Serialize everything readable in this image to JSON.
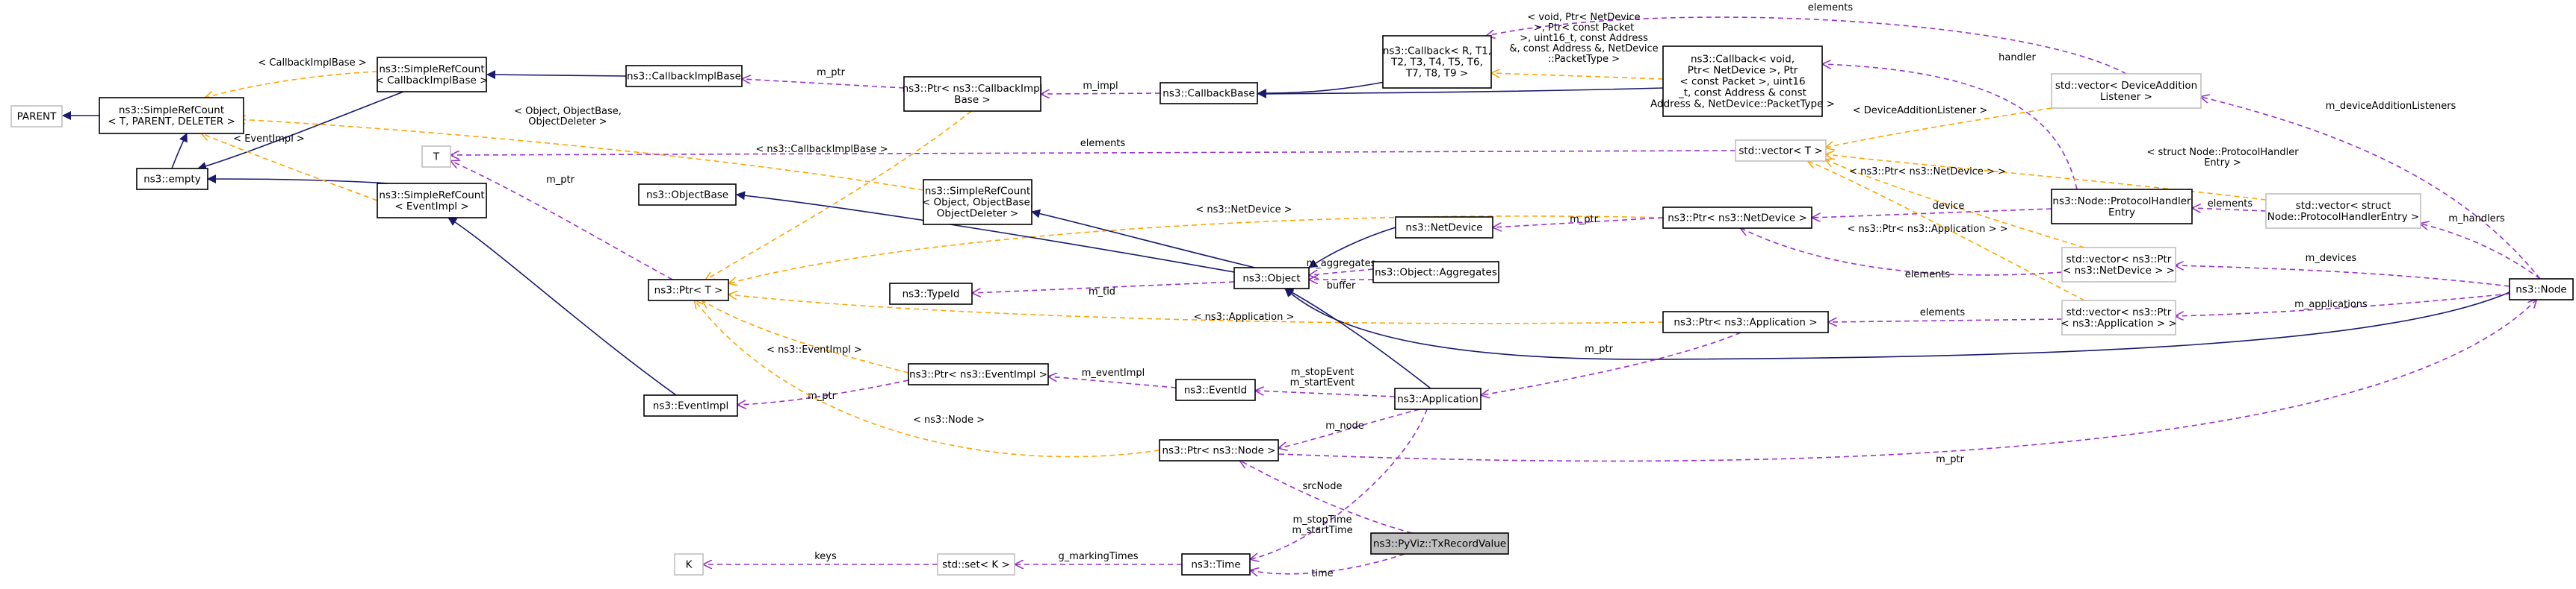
{
  "legend_colors": {
    "inheritance": "#191970",
    "usage": "#9a32cd",
    "template": "#ffa500",
    "undocumented_border": "#bfbfbf",
    "focus_fill": "#bfbfbf"
  },
  "nodes": {
    "parent": [
      "PARENT"
    ],
    "simplerefcount_generic": [
      "ns3::SimpleRefCount",
      "< T, PARENT, DELETER >"
    ],
    "empty": [
      "ns3::empty"
    ],
    "simplerefcount_callbackimplbase": [
      "ns3::SimpleRefCount",
      "< CallbackImplBase >"
    ],
    "simplerefcount_eventimpl": [
      "ns3::SimpleRefCount",
      "< EventImpl >"
    ],
    "callbackimplbase": [
      "ns3::CallbackImplBase"
    ],
    "t": [
      "T"
    ],
    "ptr_callbackimplbase": [
      "ns3::Ptr< ns3::CallbackImpl",
      "Base >"
    ],
    "callbackbase": [
      "ns3::CallbackBase"
    ],
    "callback_void": [
      "ns3::Callback< R, T1,",
      "T2, T3, T4, T5, T6,",
      "T7, T8, T9 >"
    ],
    "callback_netdevice": [
      "ns3::Callback< void,",
      "Ptr< NetDevice >, Ptr",
      "< const Packet >, uint16",
      "_t, const Address & const",
      "Address &, NetDevice::PacketType >"
    ],
    "vector_deviceaddition": [
      "std::vector< DeviceAddition",
      "Listener >"
    ],
    "objectbase": [
      "ns3::ObjectBase"
    ],
    "simplerefcount_object": [
      "ns3::SimpleRefCount",
      "< Object, ObjectBase,",
      "ObjectDeleter >"
    ],
    "vector_t": [
      "std::vector< T >"
    ],
    "netdevice": [
      "ns3::NetDevice"
    ],
    "ptr_netdevice": [
      "ns3::Ptr< ns3::NetDevice >"
    ],
    "protocolhandler": [
      "ns3::Node::ProtocolHandler",
      "Entry"
    ],
    "vector_protocolhandler": [
      "std::vector< struct",
      "Node::ProtocolHandlerEntry >"
    ],
    "ptr_t": [
      "ns3::Ptr< T >"
    ],
    "object": [
      "ns3::Object"
    ],
    "aggregates": [
      "ns3::Object::Aggregates"
    ],
    "typeid": [
      "ns3::TypeId"
    ],
    "vector_ptr_netdevice": [
      "std::vector< ns3::Ptr",
      "< ns3::NetDevice > >"
    ],
    "vector_ptr_application": [
      "std::vector< ns3::Ptr",
      "< ns3::Application > >"
    ],
    "node": [
      "ns3::Node"
    ],
    "ptr_application": [
      "ns3::Ptr< ns3::Application >"
    ],
    "eventimpl": [
      "ns3::EventImpl"
    ],
    "ptr_eventimpl": [
      "ns3::Ptr< ns3::EventImpl >"
    ],
    "eventid": [
      "ns3::EventId"
    ],
    "application": [
      "ns3::Application"
    ],
    "ptr_node": [
      "ns3::Ptr< ns3::Node >"
    ],
    "k": [
      "K"
    ],
    "set_k": [
      "std::set< K >"
    ],
    "time": [
      "ns3::Time"
    ],
    "txrecordvalue": [
      "ns3::PyViz::TxRecordValue"
    ]
  },
  "edge_labels": {
    "cb_implbase_tpl": "< CallbackImplBase >",
    "object_objectbase_tpl": "< Object, ObjectBase,\nObjectDeleter >",
    "eventimpl_tpl": "< EventImpl >",
    "m_ptr_cb": "m_ptr",
    "m_impl": "m_impl",
    "elements_top": "elements",
    "cb_tpl": "< void, Ptr< NetDevice\n>, Ptr< const Packet\n>, uint16_t, const Address\n&, const Address &, NetDevice\n::PacketType >",
    "handler": "handler",
    "deviceaddition_tpl": "< DeviceAdditionListener >",
    "m_deviceadditionlisteners": "m_deviceAdditionListeners",
    "m_ptr_t": "m_ptr",
    "ptr_callbackimplbase_tpl": "< ns3::CallbackImplBase >",
    "elements_t": "elements",
    "struct_node_tpl": "< struct Node::ProtocolHandler\nEntry >",
    "ptr_netdevice_tpl": "< ns3::Ptr< ns3::NetDevice > >",
    "netdevice_tpl": "< ns3::NetDevice >",
    "m_ptr_netdevice": "m_ptr",
    "device": "device",
    "elements_protocol": "elements",
    "m_handlers": "m_handlers",
    "ptr_application_tpl": "< ns3::Ptr< ns3::Application > >",
    "m_aggregates": "m_aggregates",
    "buffer": "buffer",
    "m_tid": "m_tid",
    "elements_netdevice": "elements",
    "m_devices": "m_devices",
    "application_tpl": "< ns3::Application >",
    "elements_application": "elements",
    "m_applications": "m_applications",
    "m_ptr_application": "m_ptr",
    "eventimpl_ptr_tpl": "< ns3::EventImpl >",
    "m_eventimpl": "m_eventImpl",
    "m_ptr_eventimpl": "m_ptr",
    "m_stopevent": "m_stopEvent\nm_startEvent",
    "node_tpl": "< ns3::Node >",
    "m_node": "m_node",
    "m_ptr_node": "m_ptr",
    "srcnode": "srcNode",
    "keys": "keys",
    "g_markingtimes": "g_markingTimes",
    "m_stoptime": "m_stopTime\nm_startTime",
    "time": "time"
  }
}
